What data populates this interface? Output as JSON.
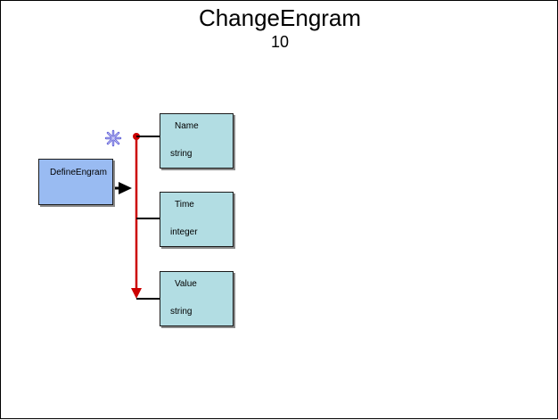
{
  "diagram": {
    "title": "ChangeEngram",
    "subtitle": "10",
    "source": {
      "label": "DefineEngram"
    },
    "fields": [
      {
        "name": "Name",
        "type": "string"
      },
      {
        "name": "Time",
        "type": "integer"
      },
      {
        "name": "Value",
        "type": "string"
      }
    ],
    "colors": {
      "source_fill": "#99bbf2",
      "field_fill": "#b2dde3",
      "sequence_line": "#cc0000",
      "connector": "#000000"
    },
    "icons": [
      "sequence-marker-icon"
    ]
  }
}
